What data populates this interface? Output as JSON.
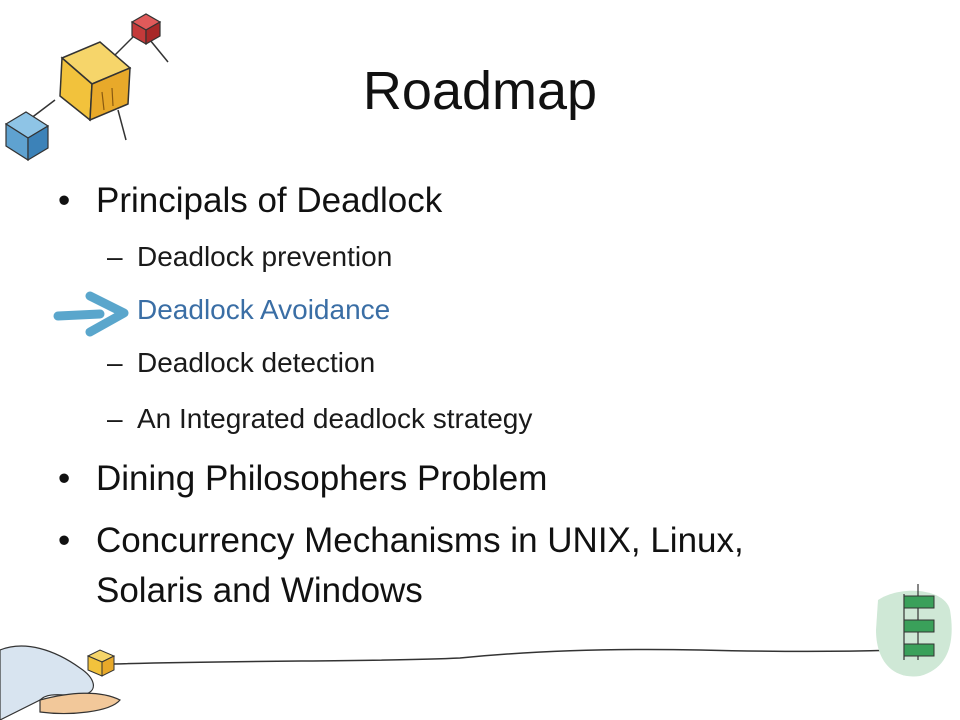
{
  "slide": {
    "title": "Roadmap",
    "bullets": [
      {
        "text": "Principals of Deadlock"
      },
      {
        "text": "Dining Philosophers Problem"
      },
      {
        "text_line1": "Concurrency Mechanisms in UNIX, Linux,",
        "text_line2": "Solaris and Windows"
      }
    ],
    "subitems": [
      {
        "text": "Deadlock prevention"
      },
      {
        "text": "Deadlock Avoidance"
      },
      {
        "text": "Deadlock detection"
      },
      {
        "text": "An Integrated deadlock strategy"
      }
    ],
    "bullet_glyph": "•",
    "dash_glyph": "–"
  },
  "colors": {
    "highlight": "#3a6ea5",
    "arrow": "#5aa6cc",
    "text": "#111111"
  },
  "icons": [
    "pointer-arrow-icon",
    "cubes-decoration-icon",
    "hand-cube-decoration-icon",
    "ladder-decoration-icon"
  ]
}
